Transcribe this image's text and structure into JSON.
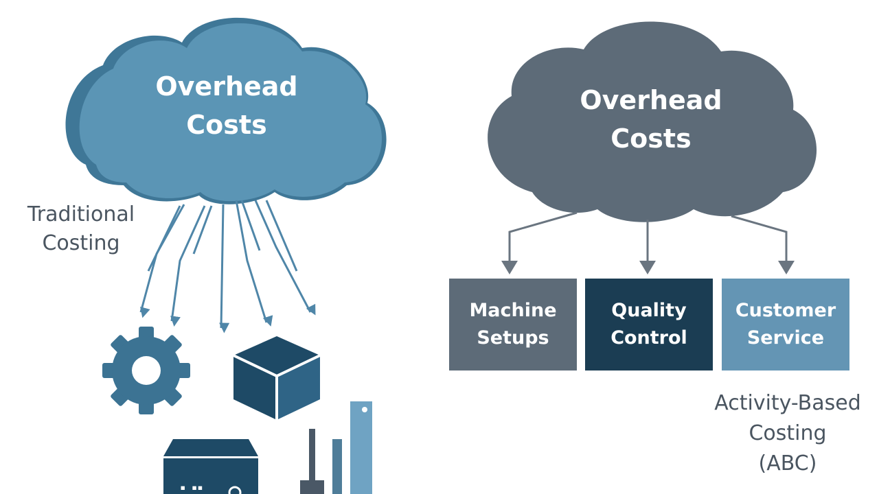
{
  "traditional": {
    "cloud_line1": "Overhead",
    "cloud_line2": "Costs",
    "caption_line1": "Traditional",
    "caption_line2": "Costing"
  },
  "abc": {
    "cloud_line1": "Overhead",
    "cloud_line2": "Costs",
    "activities": [
      {
        "line1": "Machine",
        "line2": "Setups"
      },
      {
        "line1": "Quality",
        "line2": "Control"
      },
      {
        "line1": "Customer",
        "line2": "Service"
      }
    ],
    "caption_line1": "Activity-Based",
    "caption_line2": "Costing",
    "caption_line3": "(ABC)"
  },
  "icons": [
    "gear-icon",
    "box-icon",
    "factory-icon",
    "bar-chart-icon"
  ],
  "colors": {
    "traditional_cloud": "#5b95b5",
    "abc_cloud": "#5d6b78",
    "machine_setups": "#5d6b78",
    "quality_control": "#1b3d53",
    "customer_service": "#6495b4",
    "arrows_left": "#4f86a8",
    "arrows_right": "#6a7580"
  }
}
